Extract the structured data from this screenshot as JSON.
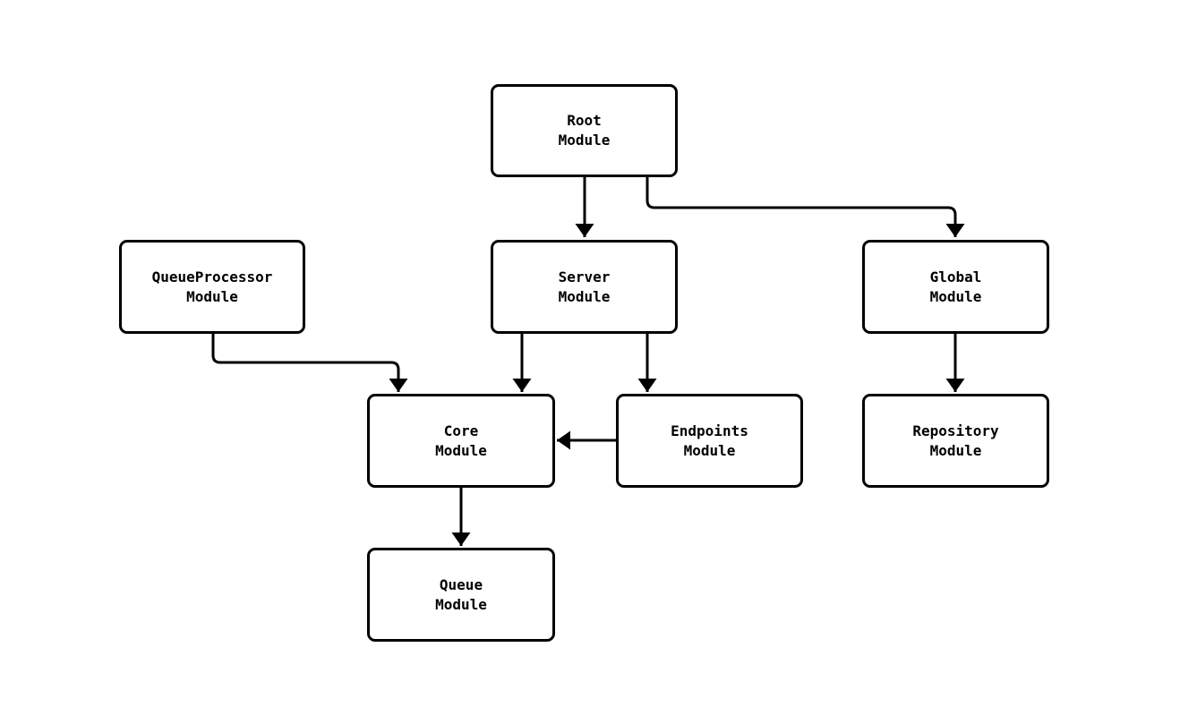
{
  "diagram": {
    "background_color": "#ffffff",
    "line_color": "#000000",
    "nodes": {
      "root": {
        "label": "Root\nModule"
      },
      "queueprocessor": {
        "label": "QueueProcessor\nModule"
      },
      "server": {
        "label": "Server\nModule"
      },
      "global": {
        "label": "Global\nModule"
      },
      "core": {
        "label": "Core\nModule"
      },
      "endpoints": {
        "label": "Endpoints\nModule"
      },
      "repository": {
        "label": "Repository\nModule"
      },
      "queue": {
        "label": "Queue\nModule"
      }
    },
    "edges": [
      {
        "from": "Root Module",
        "to": "Server Module"
      },
      {
        "from": "Root Module",
        "to": "Global Module"
      },
      {
        "from": "QueueProcessor Module",
        "to": "Core Module"
      },
      {
        "from": "Server Module",
        "to": "Core Module"
      },
      {
        "from": "Server Module",
        "to": "Endpoints Module"
      },
      {
        "from": "Endpoints Module",
        "to": "Core Module"
      },
      {
        "from": "Global Module",
        "to": "Repository Module"
      },
      {
        "from": "Core Module",
        "to": "Queue Module"
      }
    ]
  }
}
